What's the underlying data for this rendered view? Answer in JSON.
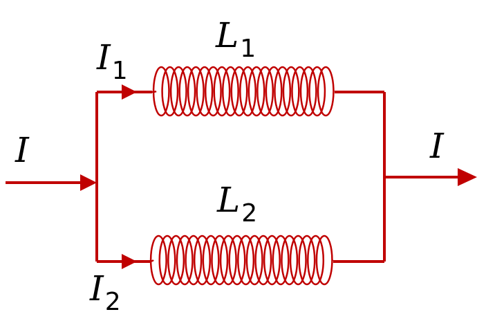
{
  "labels": {
    "input_current": "I",
    "output_current": "I",
    "branch1_current": {
      "symbol": "I",
      "subscript": "1"
    },
    "branch2_current": {
      "symbol": "I",
      "subscript": "2"
    },
    "inductor1": {
      "symbol": "L",
      "subscript": "1"
    },
    "inductor2": {
      "symbol": "L",
      "subscript": "2"
    }
  },
  "colors": {
    "wire": "#c00000",
    "text": "#000000",
    "background": "#ffffff"
  },
  "inductors": {
    "turns": 20
  }
}
